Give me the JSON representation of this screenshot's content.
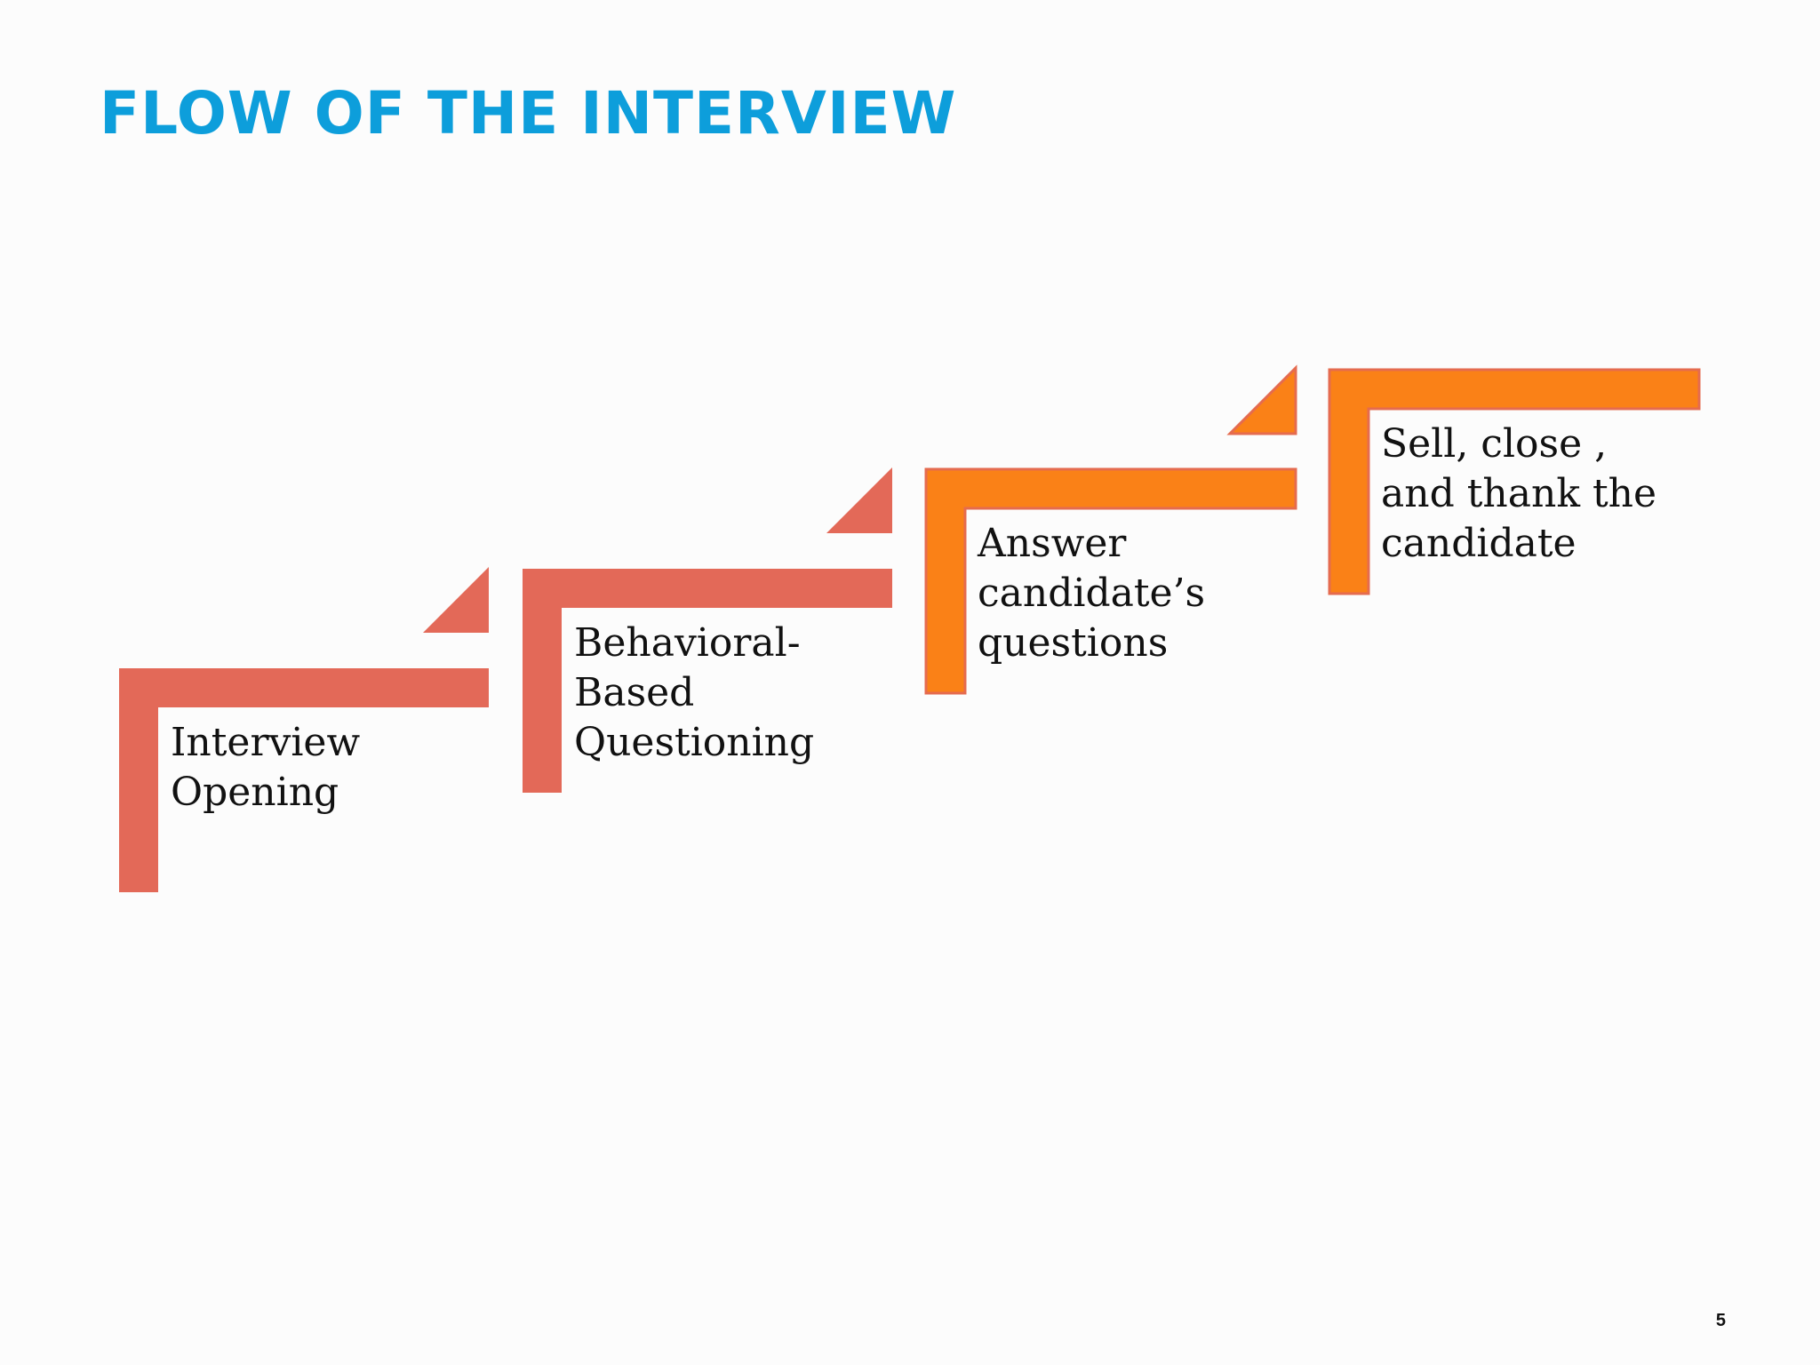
{
  "slide": {
    "title": "FLOW OF THE INTERVIEW",
    "page_number": "5"
  },
  "colors": {
    "title": "#0d9edb",
    "coral": "#e36958",
    "orange": "#fa8117",
    "orange_outline": "#e56b4f",
    "text": "#111111",
    "background": "#fcfcfc"
  },
  "steps": [
    {
      "label": "Interview Opening",
      "color": "coral"
    },
    {
      "label": "Behavioral-Based Questioning",
      "color": "coral"
    },
    {
      "label": "Answer candidate’s questions",
      "color": "orange"
    },
    {
      "label": "Sell, close , and thank the candidate",
      "color": "orange"
    }
  ]
}
